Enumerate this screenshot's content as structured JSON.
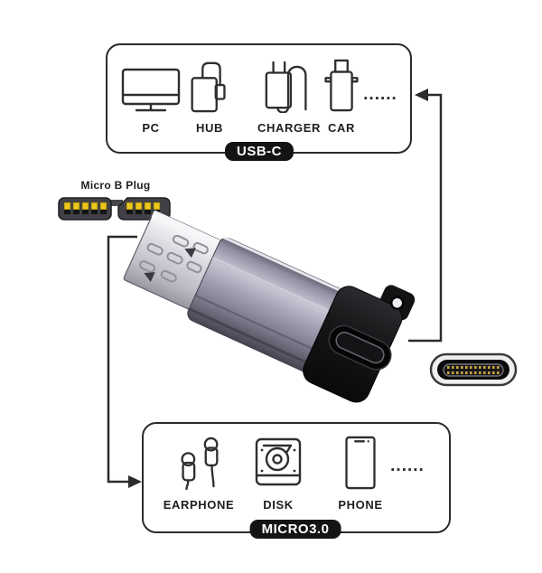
{
  "diagram": {
    "micro_b_plug_label": "Micro B Plug",
    "top_box": {
      "badge": "USB-C",
      "ellipsis": "......",
      "devices": [
        {
          "label": "PC"
        },
        {
          "label": "HUB"
        },
        {
          "label": "CHARGER"
        },
        {
          "label": "CAR"
        }
      ]
    },
    "bottom_box": {
      "badge": "MICRO3.0",
      "ellipsis": "......",
      "devices": [
        {
          "label": "EARPHONE"
        },
        {
          "label": "DISK"
        },
        {
          "label": "PHONE"
        }
      ]
    },
    "icons": {
      "top": [
        "pc-icon",
        "hub-icon",
        "charger-icon",
        "car-icon"
      ],
      "bottom": [
        "earphone-icon",
        "disk-icon",
        "phone-icon"
      ],
      "connector_faces": [
        "micro-b-plug-face-icon",
        "usb-c-plug-face-icon"
      ],
      "product": "usb-c-female-to-micro-b-3-adapter"
    },
    "colors": {
      "line": "#2b2b2b",
      "badge_bg": "#141414",
      "badge_text": "#ffffff",
      "pin_gold": "#e8c51c",
      "adapter_body": "#9a99ac",
      "adapter_cap": "#17171a",
      "plug_silver": "#d9d9df"
    }
  }
}
